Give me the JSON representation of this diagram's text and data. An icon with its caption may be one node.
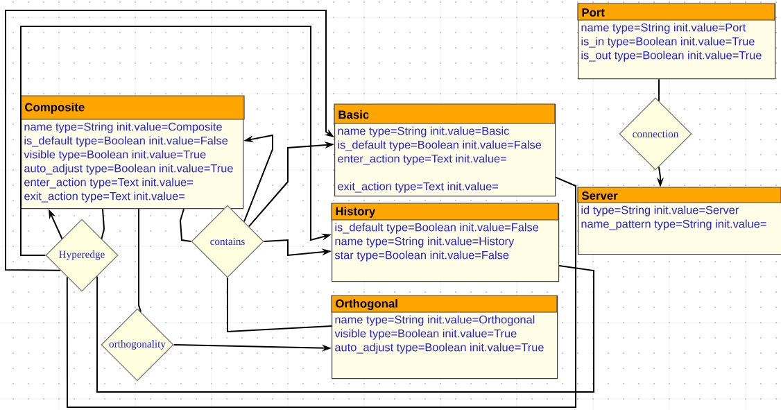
{
  "diagram": {
    "nodes": [
      {
        "text": [
          "Composite",
          "name type=String init.value=Composite",
          "is_default type=Boolean init.value=False",
          "visible type=Boolean init.value=True",
          "auto_adjust type=Boolean init.value=True",
          "enter_action type=Text init.value=",
          "exit_action type=Text init.value="
        ]
      },
      {
        "text": [
          "Basic",
          "name type=String init.value=Basic",
          "is_default type=Boolean init.value=False",
          "enter_action type=Text init.value=",
          "exit_action type=Text init.value="
        ]
      },
      {
        "text": [
          "History",
          "is_default type=Boolean init.value=False",
          "name type=String init.value=History",
          "star type=Boolean init.value=False"
        ]
      },
      {
        "text": [
          "Orthogonal",
          "name type=String init.value=Orthogonal",
          "visible type=Boolean init.value=True",
          "auto_adjust type=Boolean init.value=True"
        ]
      },
      {
        "text": [
          "Port",
          "name type=String init.value=Port",
          "is_in type=Boolean init.value=True",
          "is_out type=Boolean init.value=True"
        ]
      },
      {
        "text": [
          "Server",
          "id type=String init.value=Server",
          "name_pattern type=String init.value="
        ]
      },
      {
        "text": [
          "Hyperedge"
        ]
      },
      {
        "text": [
          "contains"
        ]
      },
      {
        "text": [
          "orthogonality"
        ]
      },
      {
        "text": [
          "connection"
        ]
      }
    ],
    "edges": [
      {
        "from": 6,
        "to": 0,
        "arrow": "to"
      },
      {
        "from": 6,
        "to": 0,
        "arrow": "none"
      },
      {
        "from": 6,
        "to": 1,
        "arrow": "to"
      },
      {
        "from": 6,
        "to": 2,
        "arrow": "to"
      },
      {
        "from": 6,
        "to": 1,
        "arrow": "none"
      },
      {
        "from": 6,
        "to": 2,
        "arrow": "none"
      },
      {
        "from": 0,
        "to": 8,
        "arrow": "none"
      },
      {
        "from": 8,
        "to": 3,
        "arrow": "to"
      },
      {
        "from": 7,
        "to": 0,
        "arrow": "none"
      },
      {
        "from": 7,
        "to": 0,
        "arrow": "to"
      },
      {
        "from": 7,
        "to": 1,
        "arrow": "to"
      },
      {
        "from": 7,
        "to": 2,
        "arrow": "to"
      },
      {
        "from": 7,
        "to": 3,
        "arrow": "none"
      },
      {
        "from": 4,
        "to": 9,
        "arrow": "none"
      },
      {
        "from": 9,
        "to": 5,
        "arrow": "to"
      }
    ]
  }
}
